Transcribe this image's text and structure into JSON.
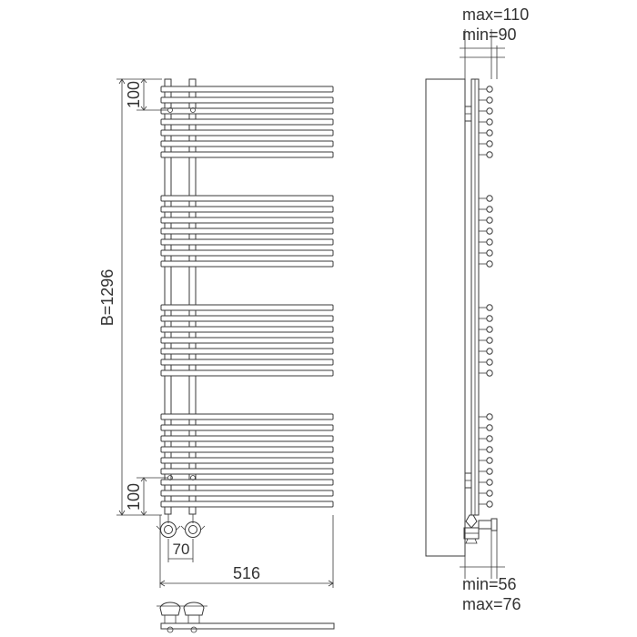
{
  "front_view": {
    "height_label": "B=1296",
    "top_spacing_label": "100",
    "bottom_spacing_label": "100",
    "valve_spacing_label": "70",
    "width_label": "516"
  },
  "side_view": {
    "wall_distance_max_label": "max=110",
    "wall_distance_min_label": "min=90",
    "depth_min_label": "min=56",
    "depth_max_label": "max=76"
  }
}
